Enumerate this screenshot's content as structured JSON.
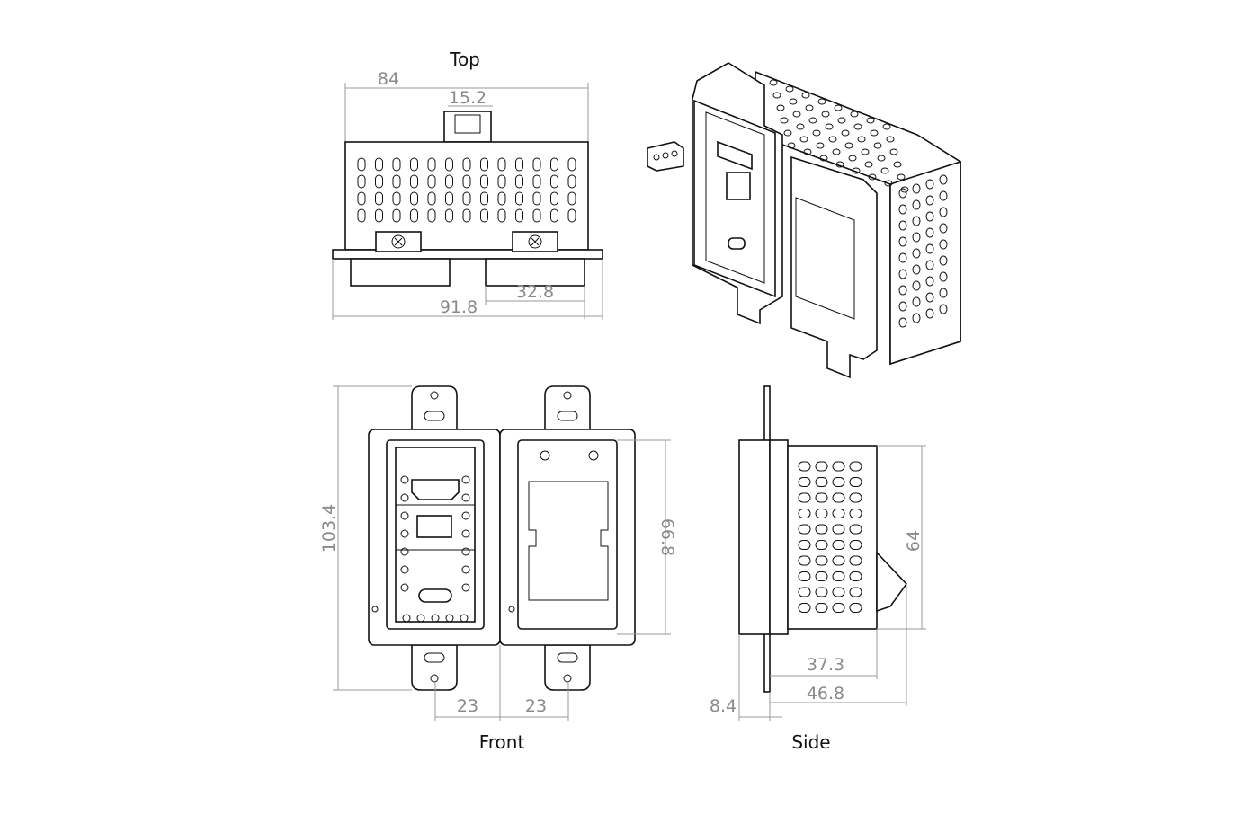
{
  "views": {
    "top": {
      "label": "Top",
      "dims": {
        "width": "84",
        "connector": "15.2",
        "flange": "91.8",
        "port": "32.8"
      }
    },
    "front": {
      "label": "Front",
      "dims": {
        "height": "103.4",
        "inner": "66.8",
        "left_offset": "23",
        "right_offset": "23"
      }
    },
    "side": {
      "label": "Side",
      "dims": {
        "height": "64",
        "depth": "37.3",
        "total_depth": "46.8",
        "plate": "8.4"
      }
    }
  }
}
